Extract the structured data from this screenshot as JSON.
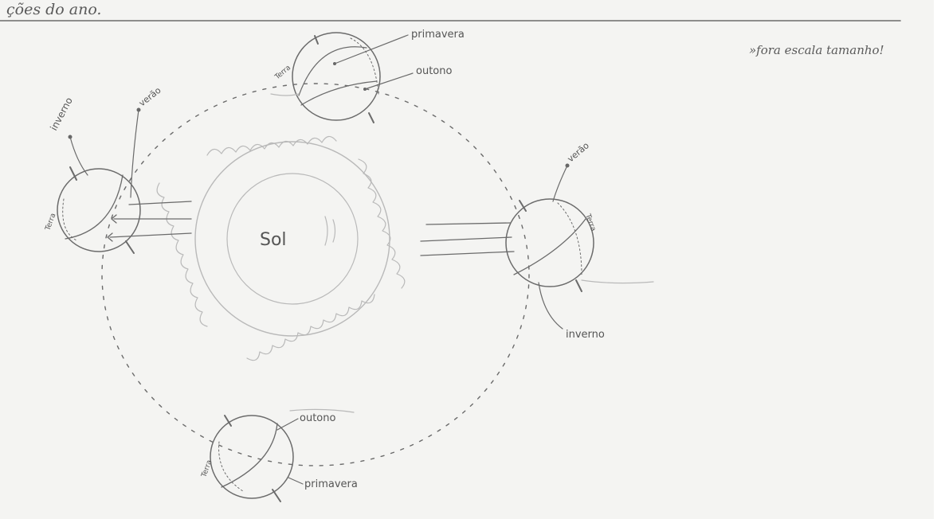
{
  "header_fragment": "ções do ano.",
  "note": "»fora escala tamanho!",
  "sun_label": "Sol",
  "earth_label": "Terra",
  "seasons": {
    "primavera": "primavera",
    "outono": "outono",
    "inverno": "inverno",
    "verao": "verão"
  },
  "colors": {
    "pencil": "#6b6b6b",
    "light_pencil": "#b9b9b9",
    "paper": "#f4f4f2"
  }
}
